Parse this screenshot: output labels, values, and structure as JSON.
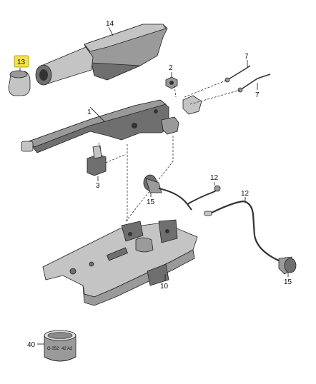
{
  "labels": {
    "p1": "1",
    "p2": "2",
    "p3": "3",
    "p7a": "7",
    "p7b": "7",
    "p10": "10",
    "p12a": "12",
    "p12b": "12",
    "p13": "13",
    "p14": "14",
    "p15a": "15",
    "p15b": "15",
    "p40": "40"
  },
  "ring_text": {
    "left": "G 052",
    "right": "42 A2"
  },
  "colors": {
    "highlight": "#f2e24a",
    "part_dark": "#6f6f6f",
    "part_mid": "#9a9a9a",
    "part_light": "#c4c4c4"
  }
}
